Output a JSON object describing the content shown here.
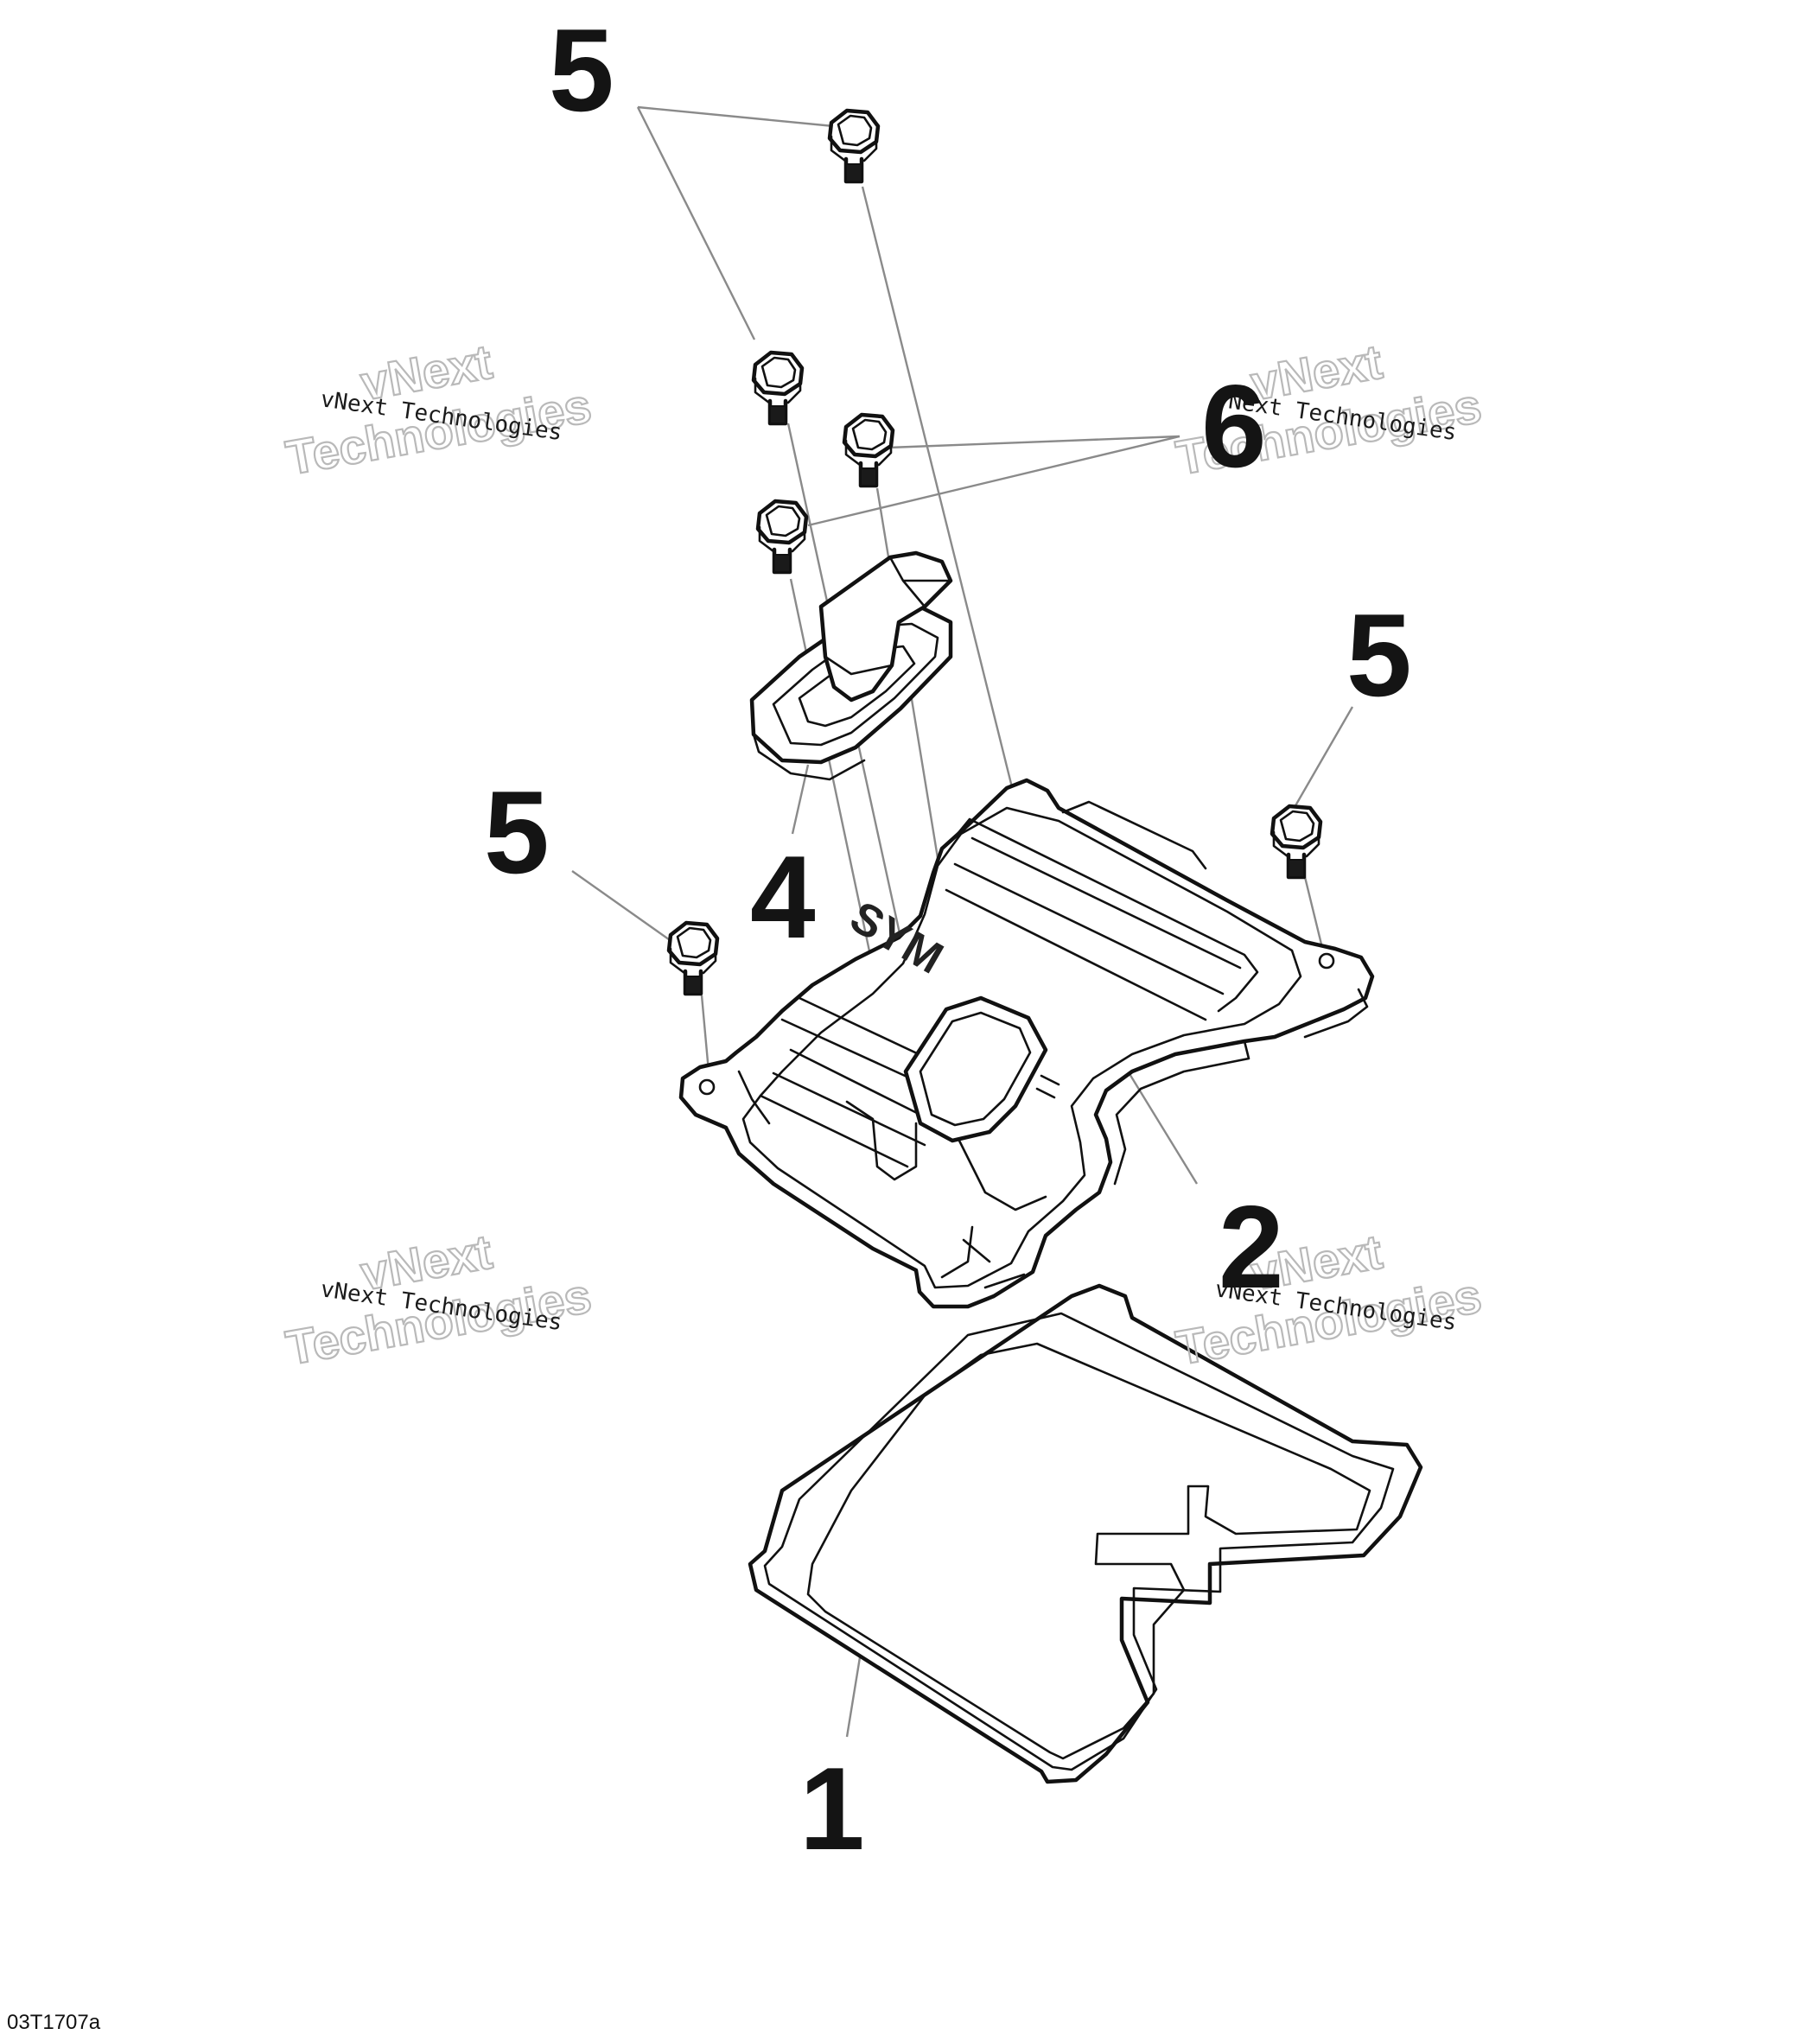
{
  "callouts": {
    "c5_top": "5",
    "c6": "6",
    "c5_right": "5",
    "c5_left": "5",
    "c4": "4",
    "c2": "2",
    "c1": "1"
  },
  "watermarks": {
    "brand_line": "vNext Technologies",
    "big_line1": "vNext",
    "big_line2": "Technologies"
  },
  "diagram_code": "03T1707a",
  "logo_text": "SYM",
  "colors": {
    "ink": "#111111",
    "leader": "#8a8a8a",
    "watermark": "#b9b9b9"
  }
}
